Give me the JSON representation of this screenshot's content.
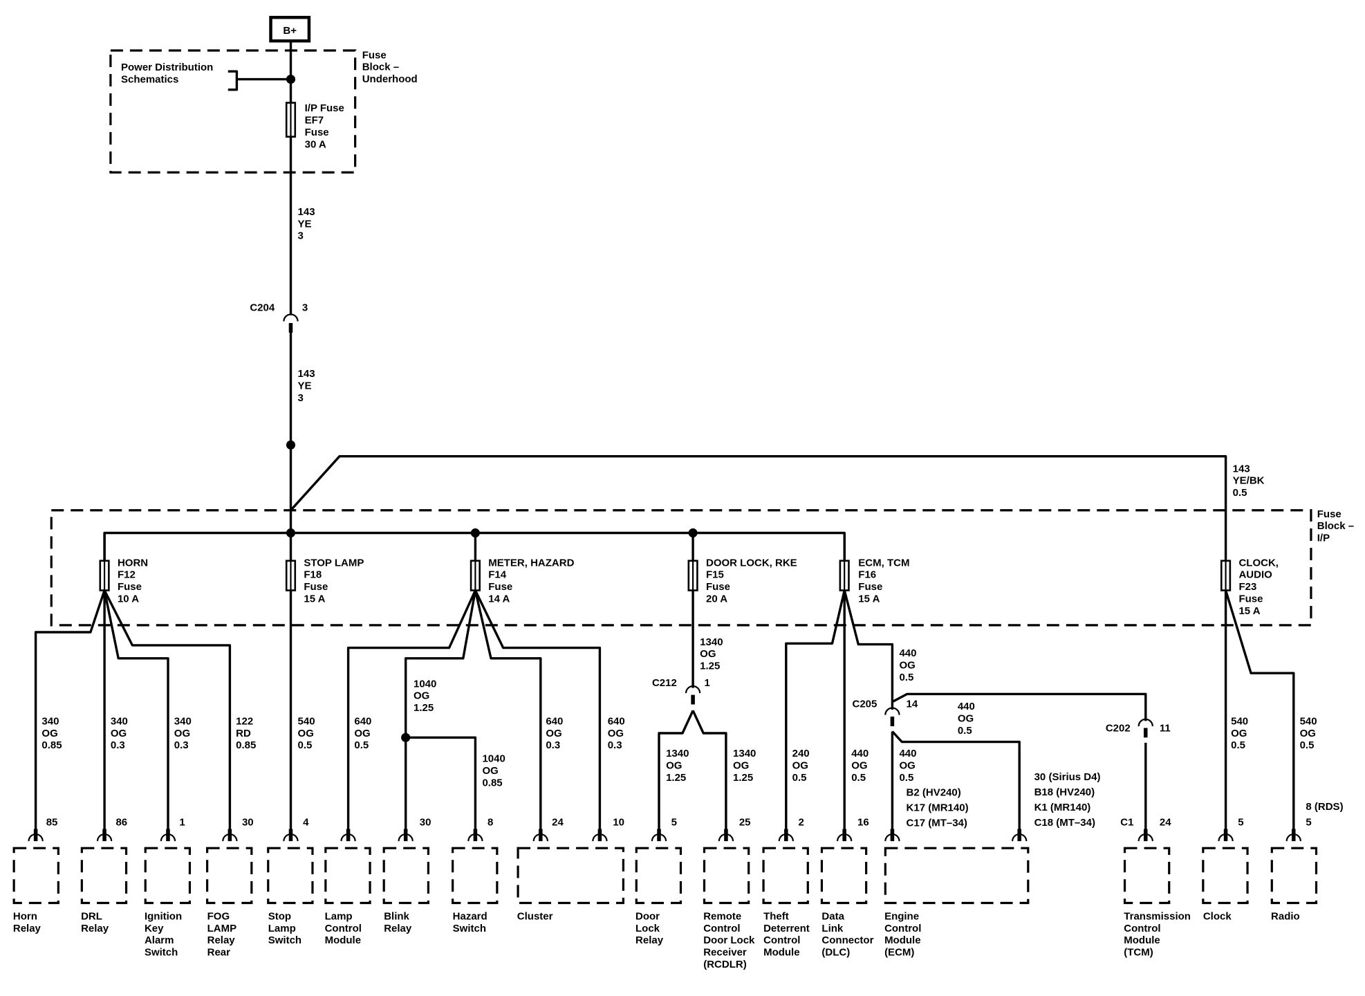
{
  "power_source": "B+",
  "power_dist_link": [
    "Power Distribution",
    "Schematics"
  ],
  "underhood_block": [
    "Fuse",
    "Block –",
    "Underhood"
  ],
  "ip_block": [
    "Fuse",
    "Block –",
    "I/P"
  ],
  "main_fuse": [
    "I/P Fuse",
    "EF7",
    "Fuse",
    "30 A"
  ],
  "feed_wire_upper": [
    "143",
    "YE",
    "3"
  ],
  "feed_wire_lower": [
    "143",
    "YE",
    "3"
  ],
  "feed_connector": {
    "name": "C204",
    "pin": "3"
  },
  "clock_feed_wire": [
    "143",
    "YE/BK",
    "0.5"
  ],
  "fuses": {
    "horn": [
      "HORN",
      "F12",
      "Fuse",
      "10 A"
    ],
    "stop": [
      "STOP LAMP",
      "F18",
      "Fuse",
      "15 A"
    ],
    "meter": [
      "METER, HAZARD",
      "F14",
      "Fuse",
      "14 A"
    ],
    "door": [
      "DOOR LOCK, RKE",
      "F15",
      "Fuse",
      "20 A"
    ],
    "ecm": [
      "ECM, TCM",
      "F16",
      "Fuse",
      "15 A"
    ],
    "clock": [
      "CLOCK,",
      "AUDIO",
      "F23",
      "Fuse",
      "15 A"
    ]
  },
  "wires": {
    "horn_relay": [
      "340",
      "OG",
      "0.85"
    ],
    "drl_relay": [
      "340",
      "OG",
      "0.3"
    ],
    "ign_key": [
      "340",
      "OG",
      "0.3"
    ],
    "fog": [
      "122",
      "RD",
      "0.85"
    ],
    "stop_lamp": [
      "540",
      "OG",
      "0.5"
    ],
    "lamp_ctrl": [
      "640",
      "OG",
      "0.5"
    ],
    "blink_upper": [
      "1040",
      "OG",
      "1.25"
    ],
    "hazard": [
      "1040",
      "OG",
      "0.85"
    ],
    "cluster_a": [
      "640",
      "OG",
      "0.3"
    ],
    "cluster_b": [
      "640",
      "OG",
      "0.3"
    ],
    "door_upper": [
      "1340",
      "OG",
      "1.25"
    ],
    "door_lock_relay": [
      "1340",
      "OG",
      "1.25"
    ],
    "rcdlr": [
      "1340",
      "OG",
      "1.25"
    ],
    "theft": [
      "240",
      "OG",
      "0.5"
    ],
    "dlc": [
      "440",
      "OG",
      "0.5"
    ],
    "ecm_upper": [
      "440",
      "OG",
      "0.5"
    ],
    "tcm_branch": [
      "440",
      "OG",
      "0.5"
    ],
    "ecm_lower": [
      "440",
      "OG",
      "0.5"
    ],
    "clock": [
      "540",
      "OG",
      "0.5"
    ],
    "radio": [
      "540",
      "OG",
      "0.5"
    ]
  },
  "connectors": {
    "c212": {
      "name": "C212",
      "pin": "1"
    },
    "c205": {
      "name": "C205",
      "pin": "14"
    },
    "c202": {
      "name": "C202",
      "pin": "11"
    }
  },
  "pins": {
    "horn_relay": "85",
    "drl_relay": "86",
    "ign_key": "1",
    "fog": "30",
    "stop_lamp": "4",
    "blink": "30",
    "hazard": "8",
    "cluster_a": "24",
    "cluster_b": "10",
    "door_lock_relay": "5",
    "rcdlr": "25",
    "theft": "2",
    "dlc": "16",
    "tcm_connector": "C1",
    "tcm_pin": "24",
    "clock": "5",
    "radio_rds": "8 (RDS)",
    "radio": "5"
  },
  "ecm_pins_left": [
    "B2  (HV240)",
    "K17  (MR140)",
    "C17  (MT–34)"
  ],
  "ecm_pins_right": [
    "30 (Sirius D4)",
    "B18  (HV240)",
    "K1  (MR140)",
    "C18  (MT–34)"
  ],
  "components": {
    "horn_relay": [
      "Horn",
      "Relay"
    ],
    "drl_relay": [
      "DRL",
      "Relay"
    ],
    "ign_key": [
      "Ignition",
      "Key",
      "Alarm",
      "Switch"
    ],
    "fog": [
      "FOG",
      "LAMP",
      "Relay",
      "Rear"
    ],
    "stop_lamp": [
      "Stop",
      "Lamp",
      "Switch"
    ],
    "lamp_ctrl": [
      "Lamp",
      "Control",
      "Module"
    ],
    "blink": [
      "Blink",
      "Relay"
    ],
    "hazard": [
      "Hazard",
      "Switch"
    ],
    "cluster": [
      "Cluster"
    ],
    "door_lock_relay": [
      "Door",
      "Lock",
      "Relay"
    ],
    "rcdlr": [
      "Remote",
      "Control",
      "Door Lock",
      "Receiver",
      "(RCDLR)"
    ],
    "theft": [
      "Theft",
      "Deterrent",
      "Control",
      "Module"
    ],
    "dlc": [
      "Data",
      "Link",
      "Connector",
      "(DLC)"
    ],
    "ecm": [
      "Engine",
      "Control",
      "Module",
      "(ECM)"
    ],
    "tcm": [
      "Transmission",
      "Control",
      "Module",
      "(TCM)"
    ],
    "clock": [
      "Clock"
    ],
    "radio": [
      "Radio"
    ]
  }
}
